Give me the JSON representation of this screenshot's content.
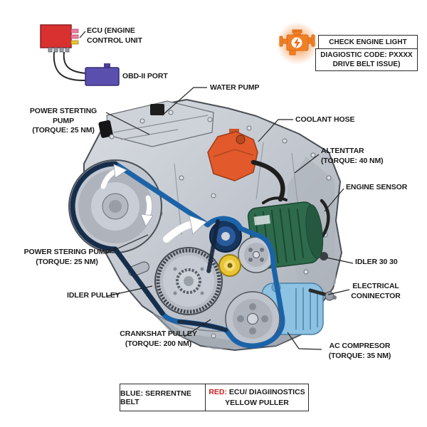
{
  "colors": {
    "belt_blue": "#1b63a8",
    "ecu_red": "#d93030",
    "obd_purple": "#5b4fae",
    "coolant_orange": "#e2592b",
    "alternator_green": "#2e6b4d",
    "compressor_blue": "#8ec2e2",
    "idler_yellow": "#e8c530",
    "warning_orange": "#f08026",
    "legend_red": "#cc2020"
  },
  "ecu": {
    "line1": "ECU (ENGINE",
    "line2": "CONTROL UNIT",
    "port_label": "OBD-II PORT"
  },
  "warning": {
    "title": "CHECK ENGINE LIGHT",
    "code": "DIAGIOSTIC CODE: PXXXX",
    "issue": "DRIVE BELT ISSUE)"
  },
  "callouts": {
    "water_pump": {
      "label": "WATER PUMP"
    },
    "power_steering_top": {
      "label": "POWER STERTING PUMP",
      "torque": "(TORQUE: 25 NM)"
    },
    "coolant_hose": {
      "label": "COOLANT HOSE"
    },
    "alternator": {
      "label": "ALTENTTAR",
      "torque": "(TORQUE: 40 NM)"
    },
    "engine_sensor": {
      "label": "ENGINE SENSOR"
    },
    "power_steering_bottom": {
      "label": "POWER STERING PUMP",
      "torque": "(TORQUE: 25 NM)"
    },
    "idler_30_30": {
      "label": "IDLER 30 30"
    },
    "idler_pulley": {
      "label": "IDLER PULLEY"
    },
    "electrical_connector": {
      "line1": "ELECTRICAL",
      "line2": "CONINECTOR"
    },
    "crankshaft_pulley": {
      "label": "CRANKSHAT PULLEY",
      "torque": "(TORQUE: 200 NM)"
    },
    "ac_compressor": {
      "label": "AC COMPRESOR",
      "torque": "(TORQUE: 35 NM)"
    }
  },
  "legend": {
    "blue_entry": "BLUE: SERRENTNE BELT",
    "red_prefix": "RED:",
    "red_entry": " ECU/ DIAGIINOSTICS",
    "red_line2": "YELLOW PULLER"
  }
}
